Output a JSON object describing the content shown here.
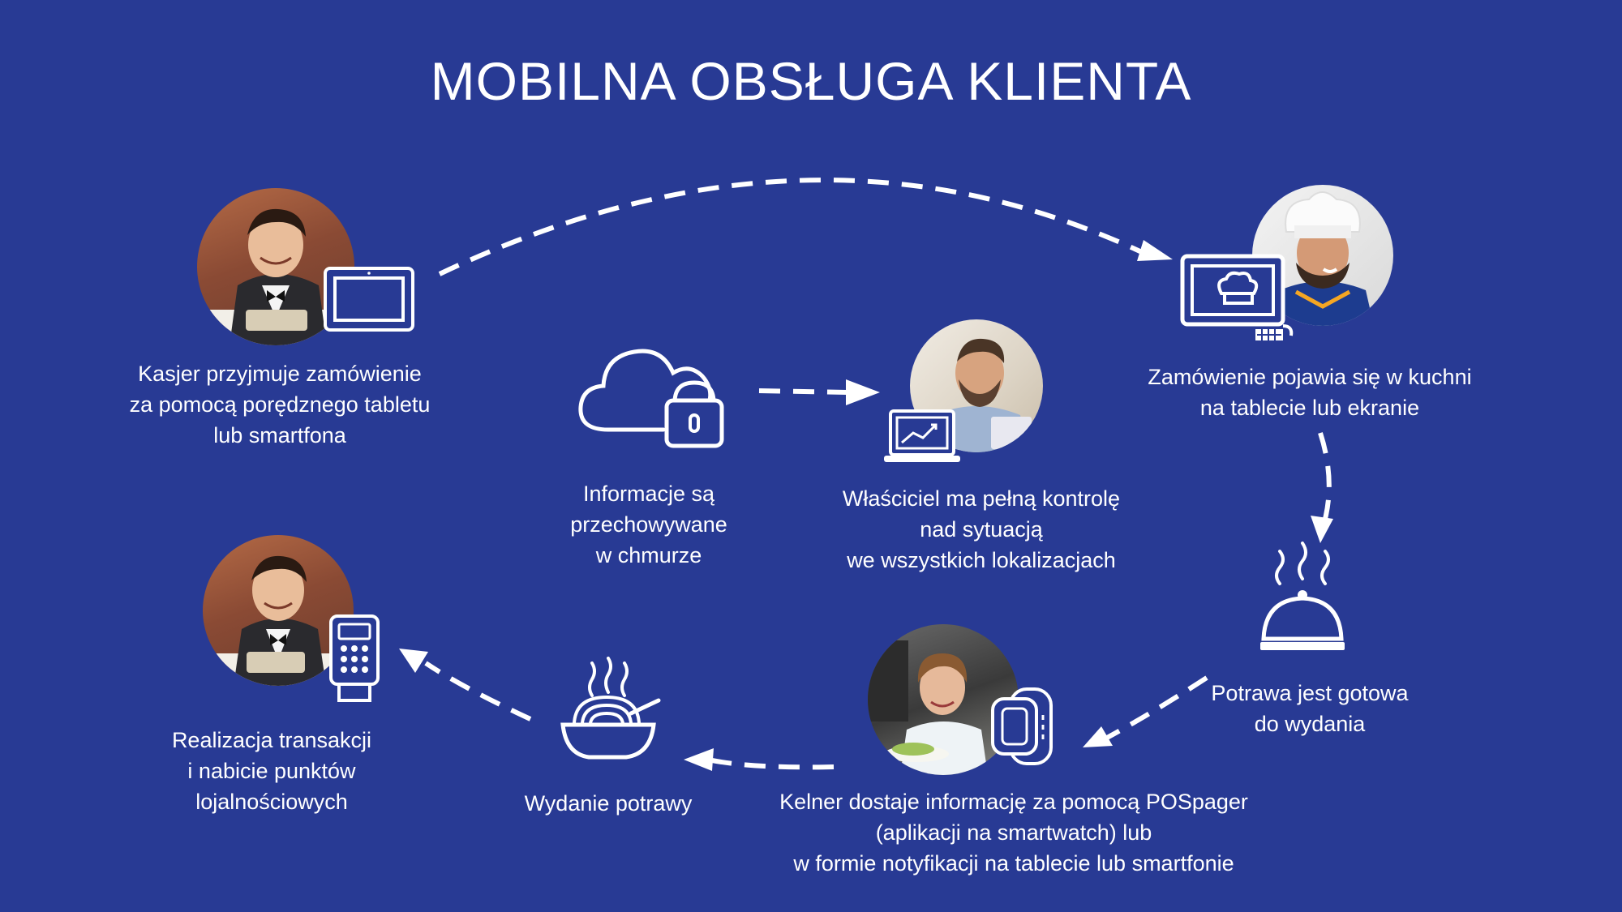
{
  "title": "MOBILNA OBSŁUGA KLIENTA",
  "steps": {
    "cashier": {
      "lines": [
        "Kasjer przyjmuje zamówienie",
        "za pomocą porędznego tabletu",
        "lub smartfona"
      ]
    },
    "cloud": {
      "lines": [
        "Informacje są",
        "przechowywane",
        "w chmurze"
      ]
    },
    "owner": {
      "lines": [
        "Właściciel ma pełną kontrolę",
        "nad sytuacją",
        "we wszystkich lokalizacjach"
      ]
    },
    "kitchen": {
      "lines": [
        "Zamówienie pojawia się w kuchni",
        "na tablecie lub ekranie"
      ]
    },
    "ready": {
      "lines": [
        "Potrawa jest gotowa",
        "do wydania"
      ]
    },
    "waiter": {
      "lines": [
        "Kelner dostaje informację za pomocą POSpager",
        "(aplikacji na smartwatch) lub",
        "w formie notyfikacji na tablecie lub smartfonie"
      ]
    },
    "serve": {
      "lines": [
        "Wydanie potrawy"
      ]
    },
    "payment": {
      "lines": [
        "Realizacja transakcji",
        "i nabicie punktów",
        "lojalnościowych"
      ]
    }
  },
  "colors": {
    "background": "#283a94",
    "foreground": "#ffffff"
  }
}
